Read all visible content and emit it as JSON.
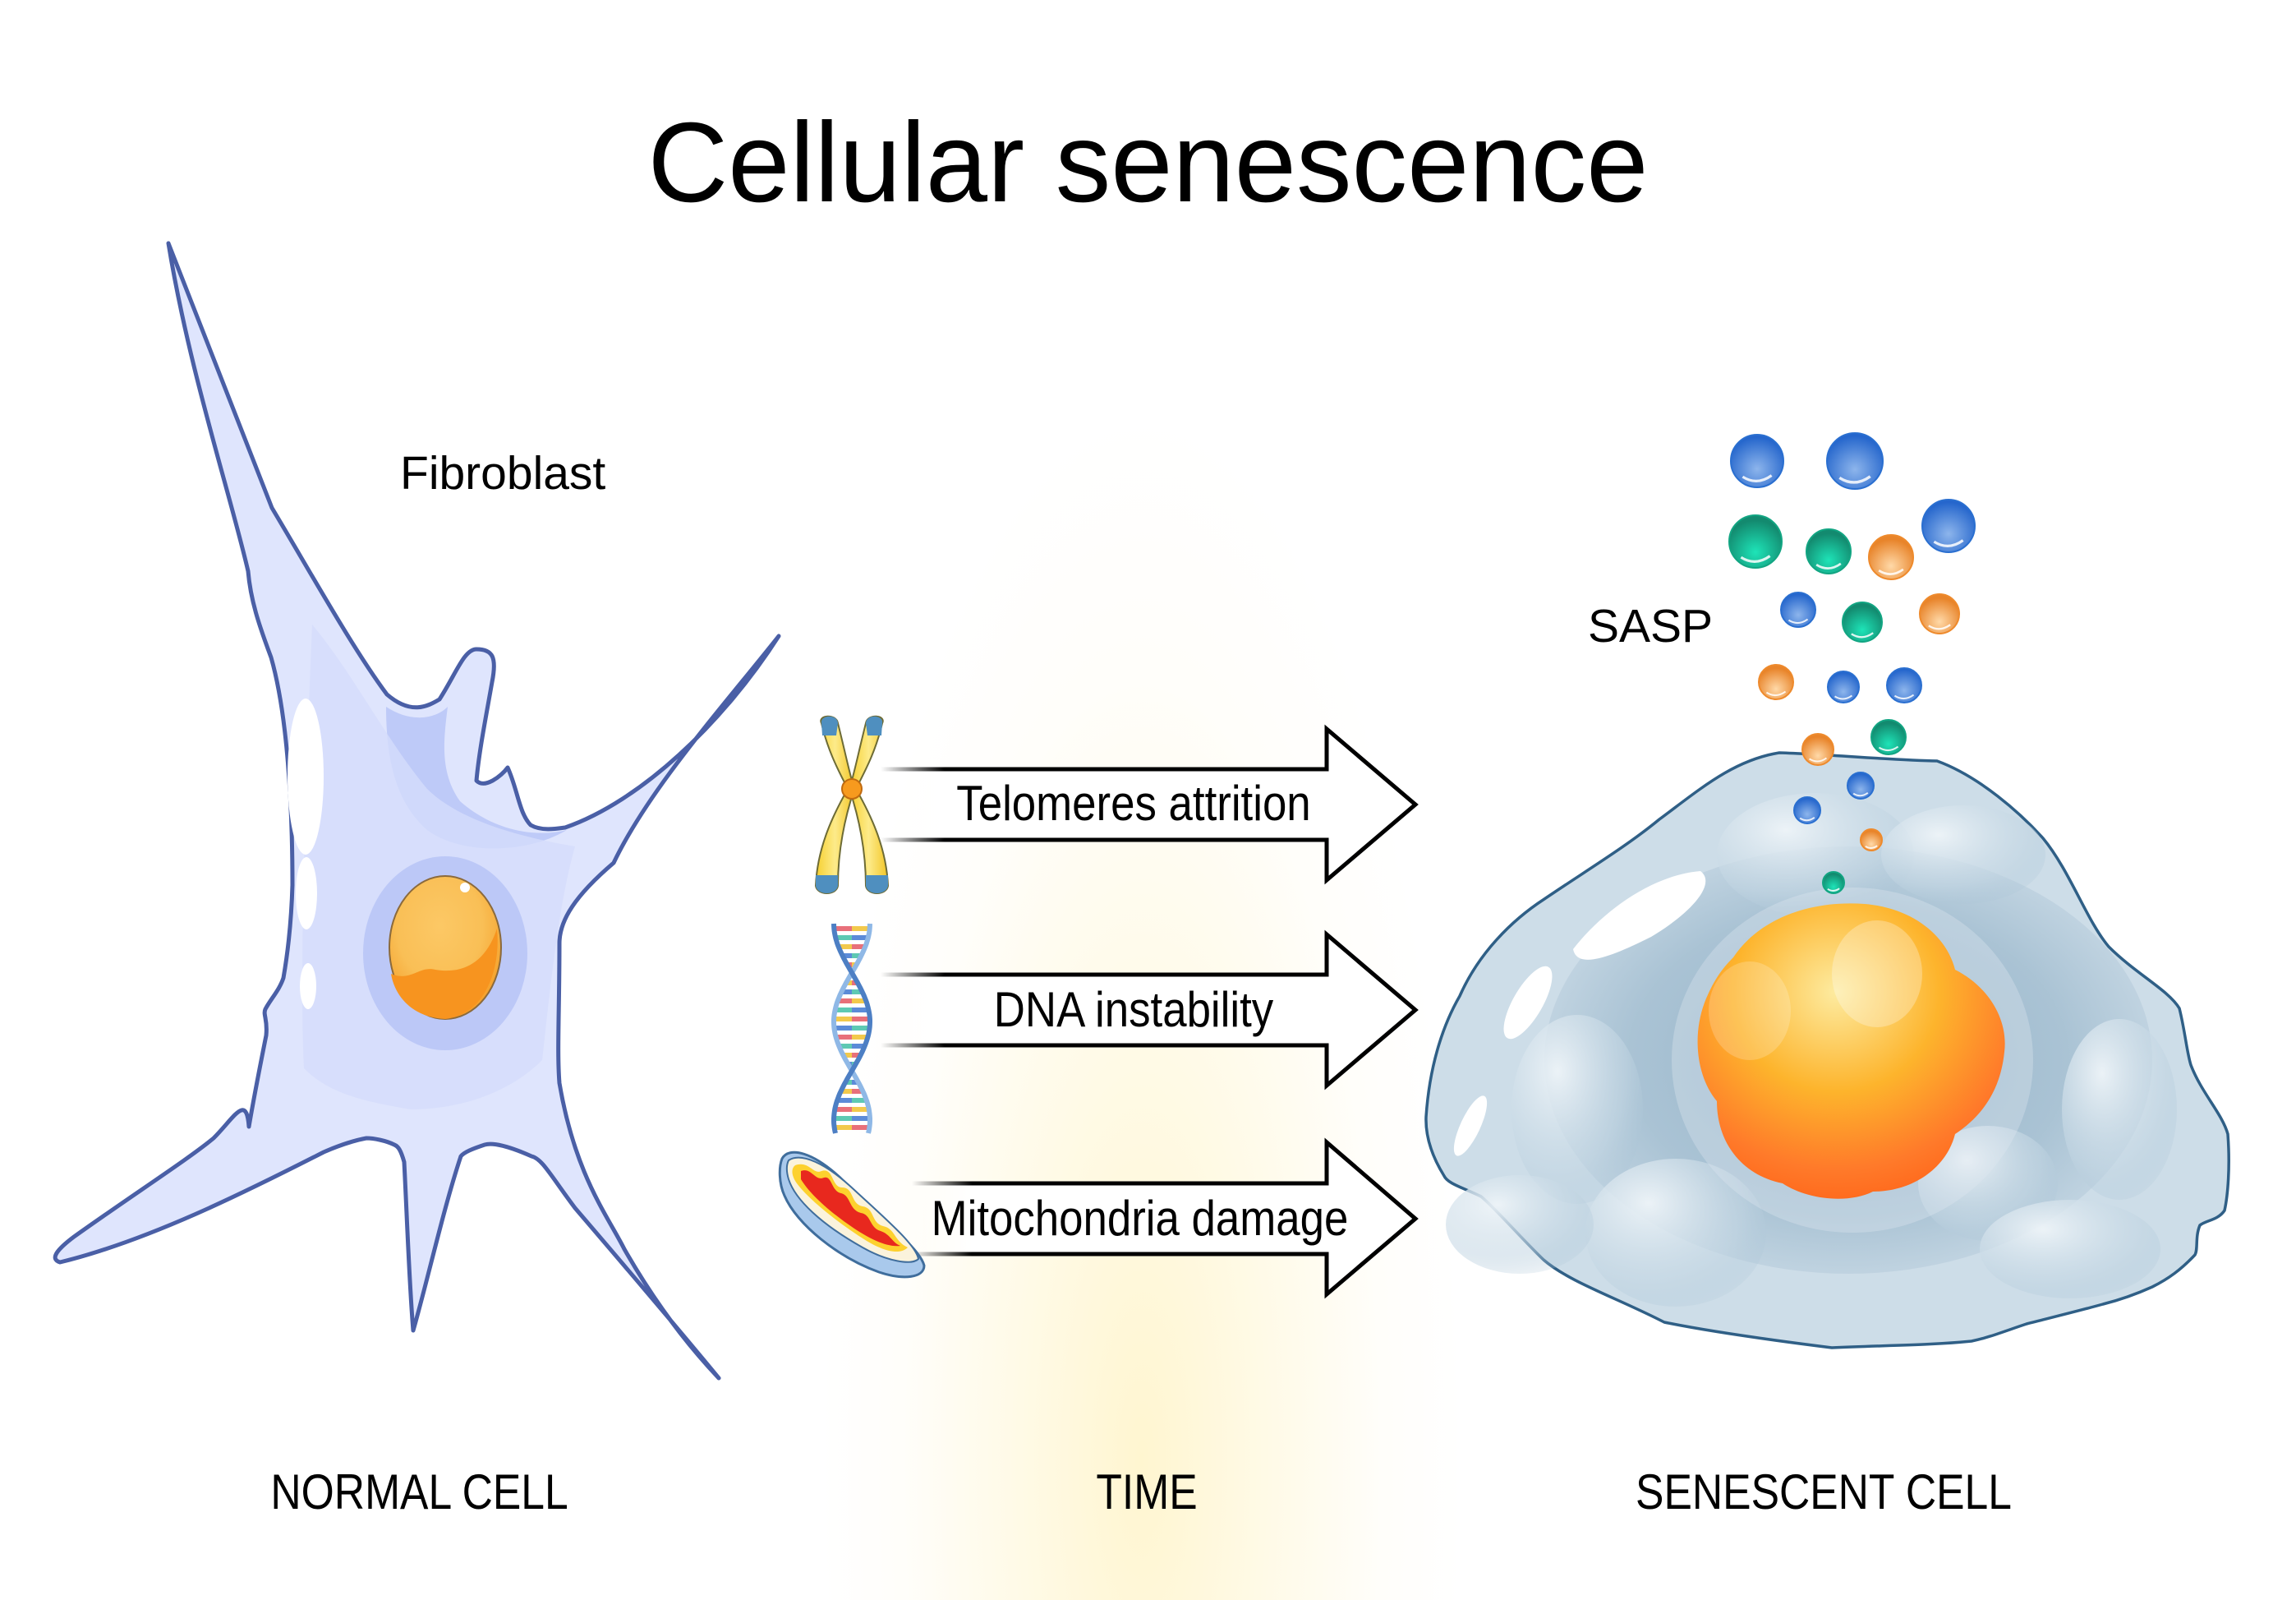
{
  "title": "Cellular senescence",
  "normal_cell": {
    "name_label": "Fibroblast",
    "caption": "NORMAL CELL",
    "colors": {
      "body": "#dfe5fd",
      "shade": "#b3c0f5",
      "outline": "#4a5fa6",
      "nucleus": "#fbc25c",
      "nucleus_dark": "#f7941f"
    }
  },
  "time_axis": {
    "caption": "TIME",
    "glow_color": "#fff5cc"
  },
  "causes": [
    {
      "label": "Telomeres attrition",
      "icon": "chromosome-icon"
    },
    {
      "label": "DNA instability",
      "icon": "dna-helix-icon"
    },
    {
      "label": "Mitochondria damage",
      "icon": "mitochondrion-icon"
    }
  ],
  "senescent_cell": {
    "caption": "SENESCENT CELL",
    "secretion_label": "SASP",
    "colors": {
      "body": "#cddde8",
      "mid": "#a9c3d5",
      "dark": "#8eafc6",
      "outline": "#2f5f86",
      "nucleus_light": "#fde68a",
      "nucleus": "#fdb22b",
      "nucleus_dark": "#ff6a1a"
    },
    "sasp_colors": {
      "blue": "#2a6fd0",
      "green": "#12a582",
      "orange": "#ee8a2c"
    },
    "sasp_particles": [
      "blue",
      "blue",
      "green",
      "green",
      "orange",
      "blue",
      "blue",
      "green",
      "orange",
      "orange",
      "blue",
      "blue",
      "orange",
      "green",
      "blue",
      "blue",
      "orange",
      "green"
    ]
  }
}
